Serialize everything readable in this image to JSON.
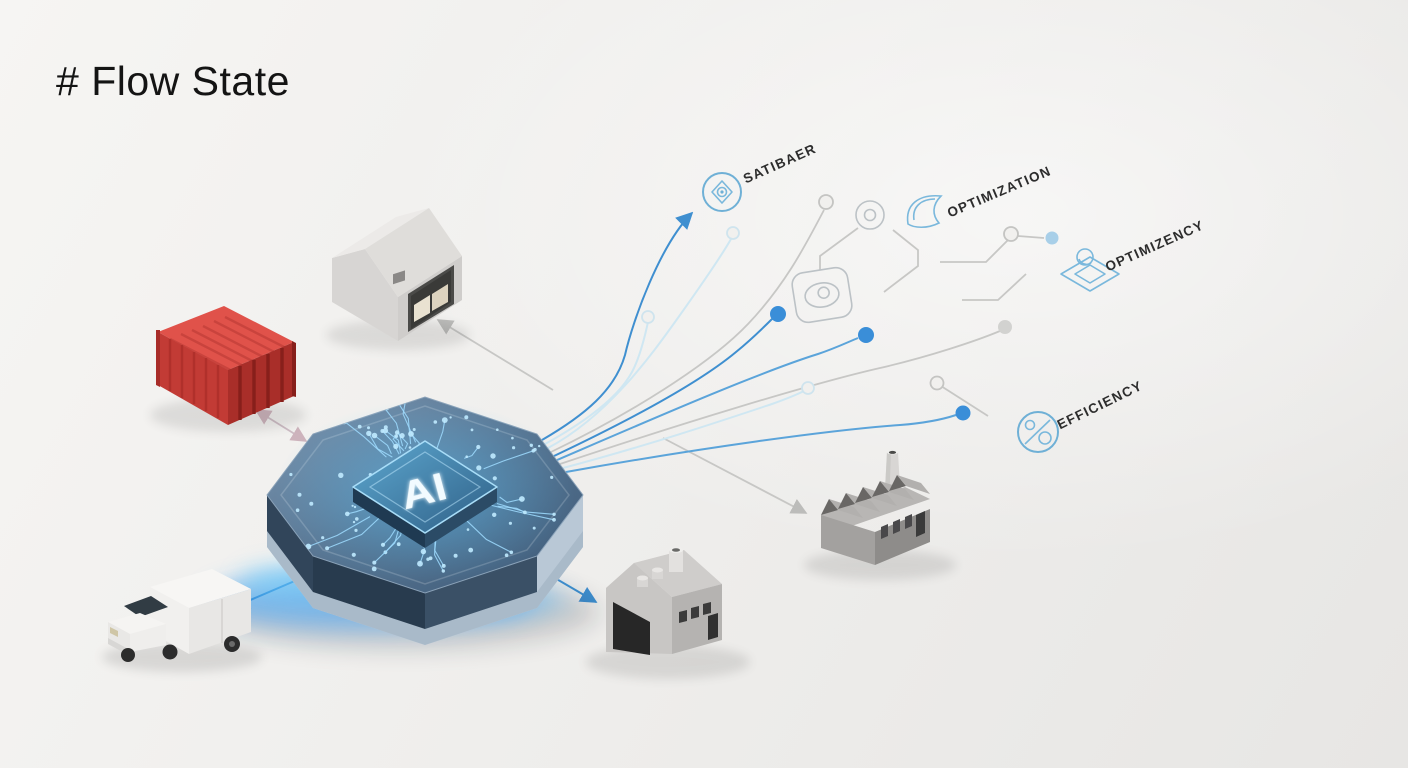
{
  "title": "# Flow State",
  "hub": {
    "chip_label": "AI"
  },
  "concepts": [
    {
      "id": "sationer",
      "label": "SATIBAER",
      "icon": "aperture-circle-icon"
    },
    {
      "id": "optimization",
      "label": "OPTIMIZATION",
      "icon": "curved-sheet-icon"
    },
    {
      "id": "optimizency",
      "label": "OPTIMIZENCY",
      "icon": "isometric-layers-icon"
    },
    {
      "id": "efficiency",
      "label": "EFFICIENCY",
      "icon": "gauge-circle-icon"
    }
  ],
  "entities": [
    {
      "id": "warehouse",
      "icon": "warehouse-icon"
    },
    {
      "id": "shipping-container",
      "icon": "shipping-container-icon"
    },
    {
      "id": "delivery-van",
      "icon": "delivery-van-icon"
    },
    {
      "id": "industrial-building",
      "icon": "industrial-building-icon"
    },
    {
      "id": "factory",
      "icon": "factory-icon"
    }
  ],
  "colors": {
    "background": "#efeeec",
    "accent_blue": "#3f8fd0",
    "flow_gray": "#c7c7c5",
    "glow_cyan": "#5fc8ff",
    "container_red": "#c8302e",
    "label_text": "#2d2d2d"
  }
}
